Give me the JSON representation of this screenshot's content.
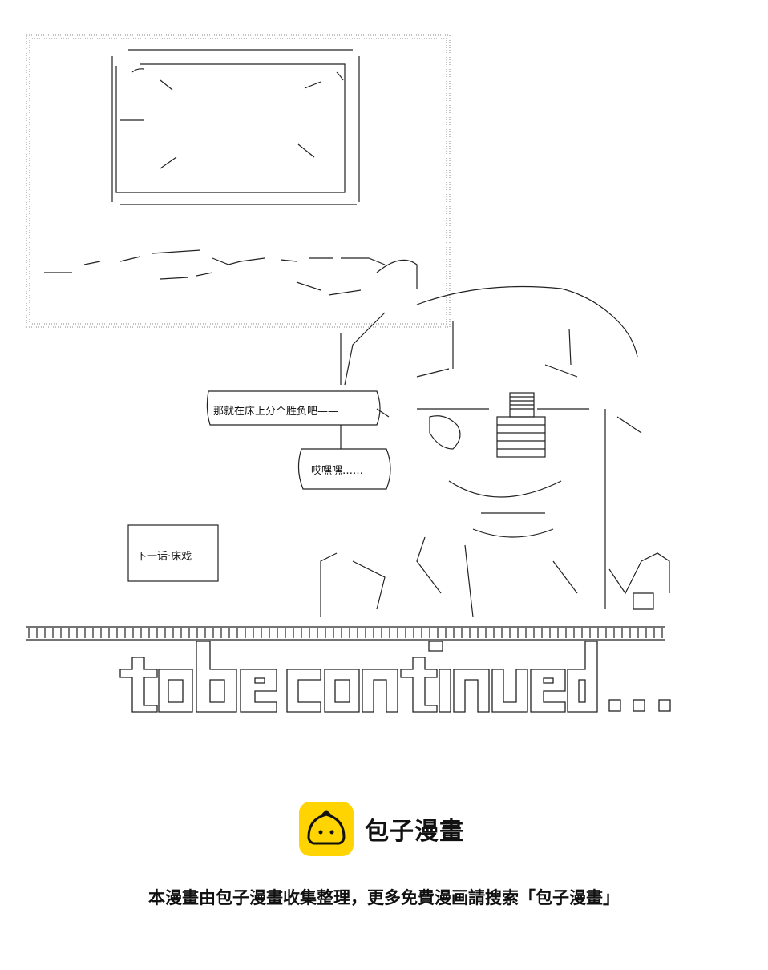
{
  "bubbles": {
    "bed_line": "那就在床上分个胜负吧——",
    "laugh_line": "哎嘿嘿……",
    "next_chapter": "下一话·床戏"
  },
  "tbc_text": "to be continued...",
  "logo": {
    "name": "包子漫畫",
    "icon": "steamed-bun-icon",
    "color": "#ffd400"
  },
  "footer": "本漫畫由包子漫畫收集整理，更多免費漫画請搜索「包子漫畫」"
}
